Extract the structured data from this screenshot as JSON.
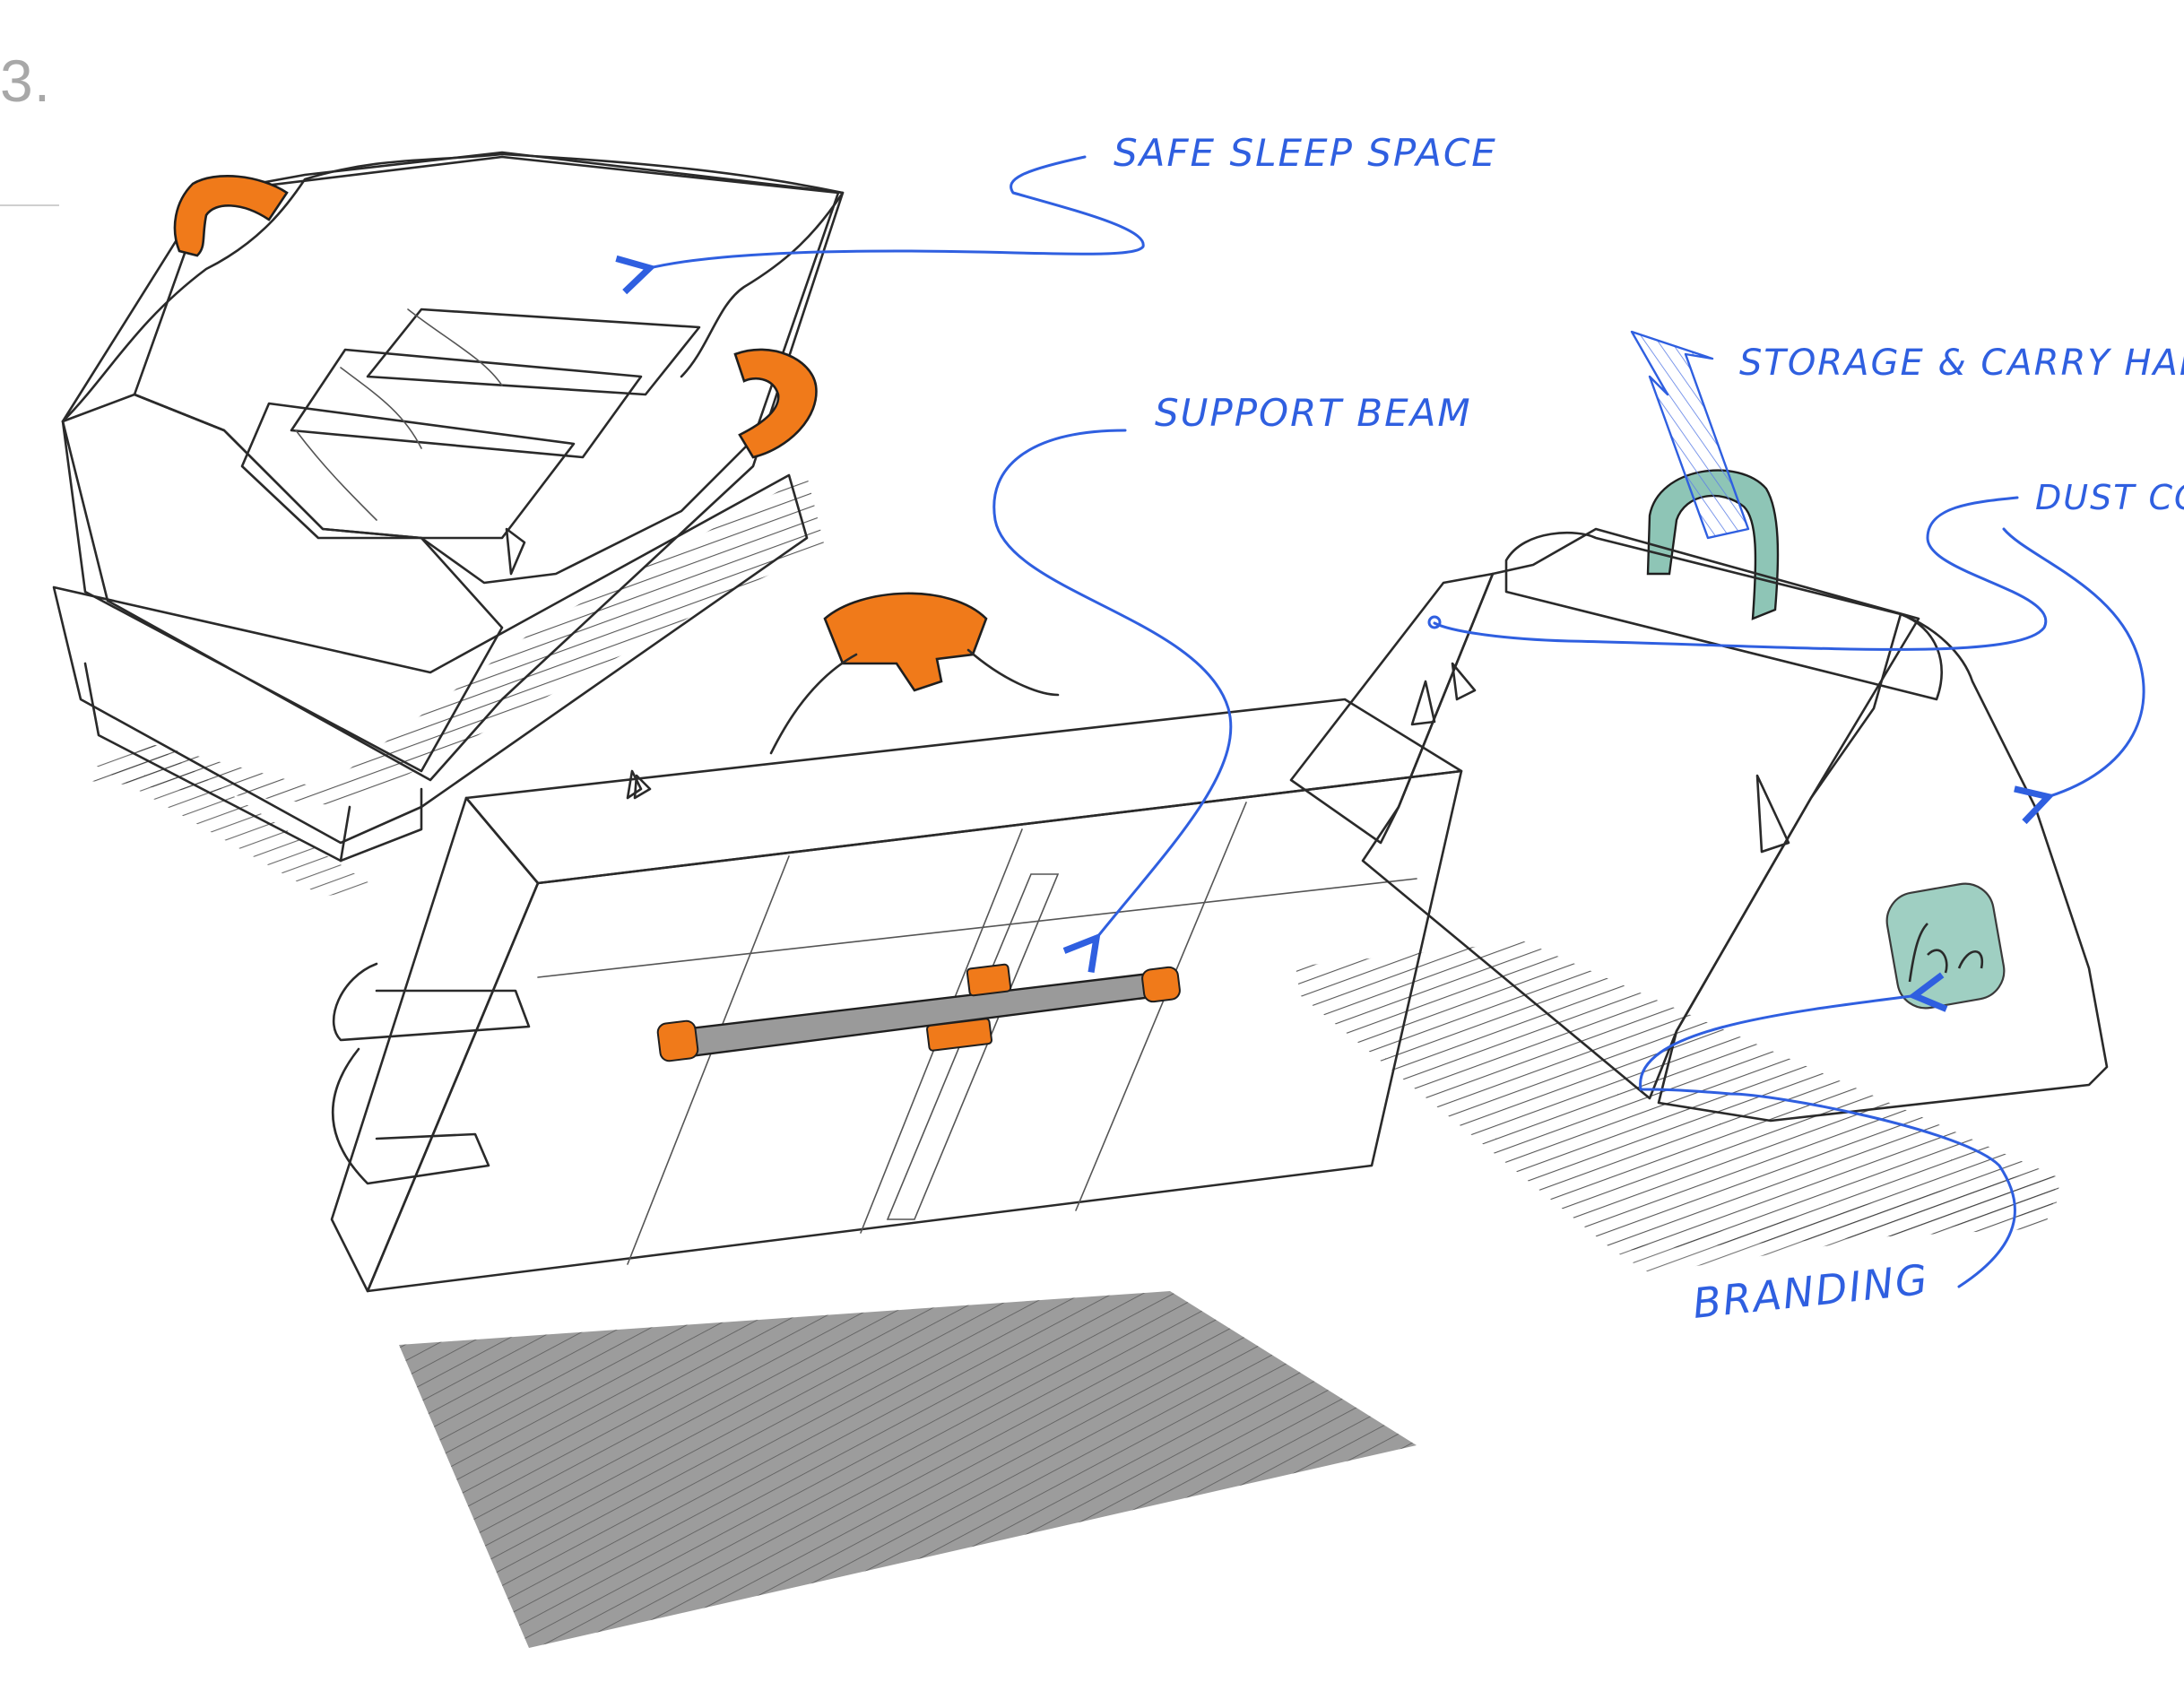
{
  "step": {
    "number": "3."
  },
  "annotations": {
    "safe_sleep": "SAFE SLEEP SPACE",
    "support_beam": "SUPPORT BEAM",
    "storage_handle": "STORAGE & CARRY HAN",
    "dust_cover": "DUST COV",
    "branding": "BRANDING"
  },
  "colors": {
    "mint": "#8ec5b6",
    "mint_light": "#b6dcd2",
    "orange": "#f07a1a",
    "gray": "#b8b8b8",
    "gray_dark": "#9a9a9a",
    "ink_blue": "#2f5fe0"
  }
}
